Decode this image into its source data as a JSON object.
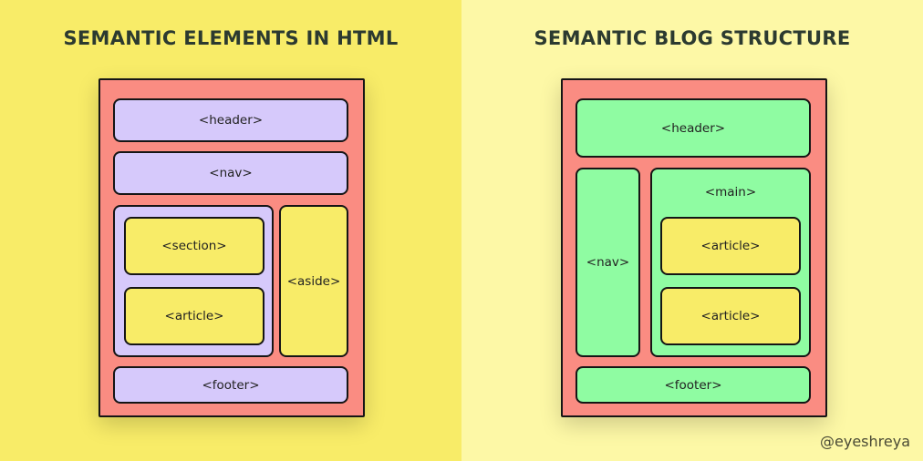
{
  "left": {
    "title": "SEMANTIC ELEMENTS IN HTML",
    "header": "<header>",
    "nav": "<nav>",
    "section": "<section>",
    "article": "<article>",
    "aside": "<aside>",
    "footer": "<footer>"
  },
  "right": {
    "title": "SEMANTIC BLOG STRUCTURE",
    "header": "<header>",
    "nav": "<nav>",
    "main": "<main>",
    "article1": "<article>",
    "article2": "<article>",
    "footer": "<footer>"
  },
  "credit": "@eyeshreya",
  "colors": {
    "layout": "#fa8c82",
    "semantic": "#d6c9fb",
    "content": "#f8ec68",
    "blog": "#8ffca2"
  }
}
